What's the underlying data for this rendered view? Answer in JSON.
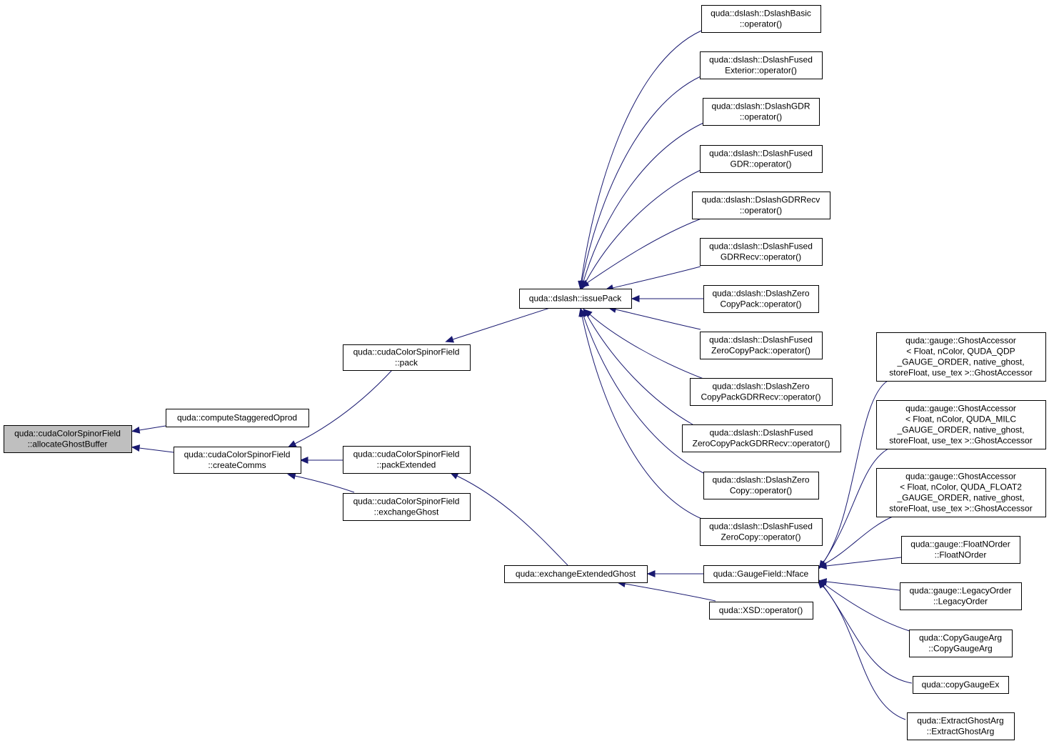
{
  "nodes": [
    {
      "id": "root",
      "lines": [
        "quda::cudaColorSpinorField",
        "::allocateGhostBuffer"
      ],
      "root": true
    },
    {
      "id": "computeStaggeredOprod",
      "lines": [
        "quda::computeStaggeredOprod"
      ]
    },
    {
      "id": "createComms",
      "lines": [
        "quda::cudaColorSpinorField",
        "::createComms"
      ]
    },
    {
      "id": "pack",
      "lines": [
        "quda::cudaColorSpinorField",
        "::pack"
      ]
    },
    {
      "id": "packExtended",
      "lines": [
        "quda::cudaColorSpinorField",
        "::packExtended"
      ]
    },
    {
      "id": "exchangeGhost",
      "lines": [
        "quda::cudaColorSpinorField",
        "::exchangeGhost"
      ]
    },
    {
      "id": "issuePack",
      "lines": [
        "quda::dslash::issuePack"
      ]
    },
    {
      "id": "exchangeExtendedGhost",
      "lines": [
        "quda::exchangeExtendedGhost"
      ]
    },
    {
      "id": "dslashBasic",
      "lines": [
        "quda::dslash::DslashBasic",
        "::operator()"
      ]
    },
    {
      "id": "dslashFusedExterior",
      "lines": [
        "quda::dslash::DslashFused",
        "Exterior::operator()"
      ]
    },
    {
      "id": "dslashGDR",
      "lines": [
        "quda::dslash::DslashGDR",
        "::operator()"
      ]
    },
    {
      "id": "dslashFusedGDR",
      "lines": [
        "quda::dslash::DslashFused",
        "GDR::operator()"
      ]
    },
    {
      "id": "dslashGDRRecv",
      "lines": [
        "quda::dslash::DslashGDRRecv",
        "::operator()"
      ]
    },
    {
      "id": "dslashFusedGDRRecv",
      "lines": [
        "quda::dslash::DslashFused",
        "GDRRecv::operator()"
      ]
    },
    {
      "id": "dslashZeroCopyPack",
      "lines": [
        "quda::dslash::DslashZero",
        "CopyPack::operator()"
      ]
    },
    {
      "id": "dslashFusedZeroCopyPack",
      "lines": [
        "quda::dslash::DslashFused",
        "ZeroCopyPack::operator()"
      ]
    },
    {
      "id": "dslashZeroCopyPackGDRRecv",
      "lines": [
        "quda::dslash::DslashZero",
        "CopyPackGDRRecv::operator()"
      ]
    },
    {
      "id": "dslashFusedZeroCopyPackGDRRecv",
      "lines": [
        "quda::dslash::DslashFused",
        "ZeroCopyPackGDRRecv::operator()"
      ]
    },
    {
      "id": "dslashZeroCopy",
      "lines": [
        "quda::dslash::DslashZero",
        "Copy::operator()"
      ]
    },
    {
      "id": "dslashFusedZeroCopy",
      "lines": [
        "quda::dslash::DslashFused",
        "ZeroCopy::operator()"
      ]
    },
    {
      "id": "nface",
      "lines": [
        "quda::GaugeField::Nface"
      ]
    },
    {
      "id": "xsd",
      "lines": [
        "quda::XSD::operator()"
      ]
    },
    {
      "id": "ghostQDP",
      "lines": [
        "quda::gauge::GhostAccessor",
        "< Float, nColor, QUDA_QDP",
        "_GAUGE_ORDER, native_ghost,",
        " storeFloat, use_tex >::GhostAccessor"
      ]
    },
    {
      "id": "ghostMILC",
      "lines": [
        "quda::gauge::GhostAccessor",
        "< Float, nColor, QUDA_MILC",
        "_GAUGE_ORDER, native_ghost,",
        " storeFloat, use_tex >::GhostAccessor"
      ]
    },
    {
      "id": "ghostFLOAT2",
      "lines": [
        "quda::gauge::GhostAccessor",
        "< Float, nColor, QUDA_FLOAT2",
        "_GAUGE_ORDER, native_ghost,",
        " storeFloat, use_tex >::GhostAccessor"
      ]
    },
    {
      "id": "floatNOrder",
      "lines": [
        "quda::gauge::FloatNOrder",
        "::FloatNOrder"
      ]
    },
    {
      "id": "legacyOrder",
      "lines": [
        "quda::gauge::LegacyOrder",
        "::LegacyOrder"
      ]
    },
    {
      "id": "copyGaugeArg",
      "lines": [
        "quda::CopyGaugeArg",
        "::CopyGaugeArg"
      ]
    },
    {
      "id": "copyGaugeEx",
      "lines": [
        "quda::copyGaugeEx"
      ]
    },
    {
      "id": "extractGhostArg",
      "lines": [
        "quda::ExtractGhostArg",
        "::ExtractGhostArg"
      ]
    }
  ],
  "edges": [
    {
      "from": "computeStaggeredOprod",
      "to": "root"
    },
    {
      "from": "createComms",
      "to": "root"
    },
    {
      "from": "pack",
      "to": "createComms"
    },
    {
      "from": "packExtended",
      "to": "createComms"
    },
    {
      "from": "exchangeGhost",
      "to": "createComms"
    },
    {
      "from": "issuePack",
      "to": "pack"
    },
    {
      "from": "exchangeExtendedGhost",
      "to": "packExtended"
    },
    {
      "from": "dslashBasic",
      "to": "issuePack"
    },
    {
      "from": "dslashFusedExterior",
      "to": "issuePack"
    },
    {
      "from": "dslashGDR",
      "to": "issuePack"
    },
    {
      "from": "dslashFusedGDR",
      "to": "issuePack"
    },
    {
      "from": "dslashGDRRecv",
      "to": "issuePack"
    },
    {
      "from": "dslashFusedGDRRecv",
      "to": "issuePack"
    },
    {
      "from": "dslashZeroCopyPack",
      "to": "issuePack"
    },
    {
      "from": "dslashFusedZeroCopyPack",
      "to": "issuePack"
    },
    {
      "from": "dslashZeroCopyPackGDRRecv",
      "to": "issuePack"
    },
    {
      "from": "dslashFusedZeroCopyPackGDRRecv",
      "to": "issuePack"
    },
    {
      "from": "dslashZeroCopy",
      "to": "issuePack"
    },
    {
      "from": "dslashFusedZeroCopy",
      "to": "issuePack"
    },
    {
      "from": "nface",
      "to": "exchangeExtendedGhost"
    },
    {
      "from": "xsd",
      "to": "exchangeExtendedGhost"
    },
    {
      "from": "ghostQDP",
      "to": "nface"
    },
    {
      "from": "ghostMILC",
      "to": "nface"
    },
    {
      "from": "ghostFLOAT2",
      "to": "nface"
    },
    {
      "from": "floatNOrder",
      "to": "nface"
    },
    {
      "from": "legacyOrder",
      "to": "nface"
    },
    {
      "from": "copyGaugeArg",
      "to": "nface"
    },
    {
      "from": "copyGaugeEx",
      "to": "nface"
    },
    {
      "from": "extractGhostArg",
      "to": "nface"
    }
  ]
}
